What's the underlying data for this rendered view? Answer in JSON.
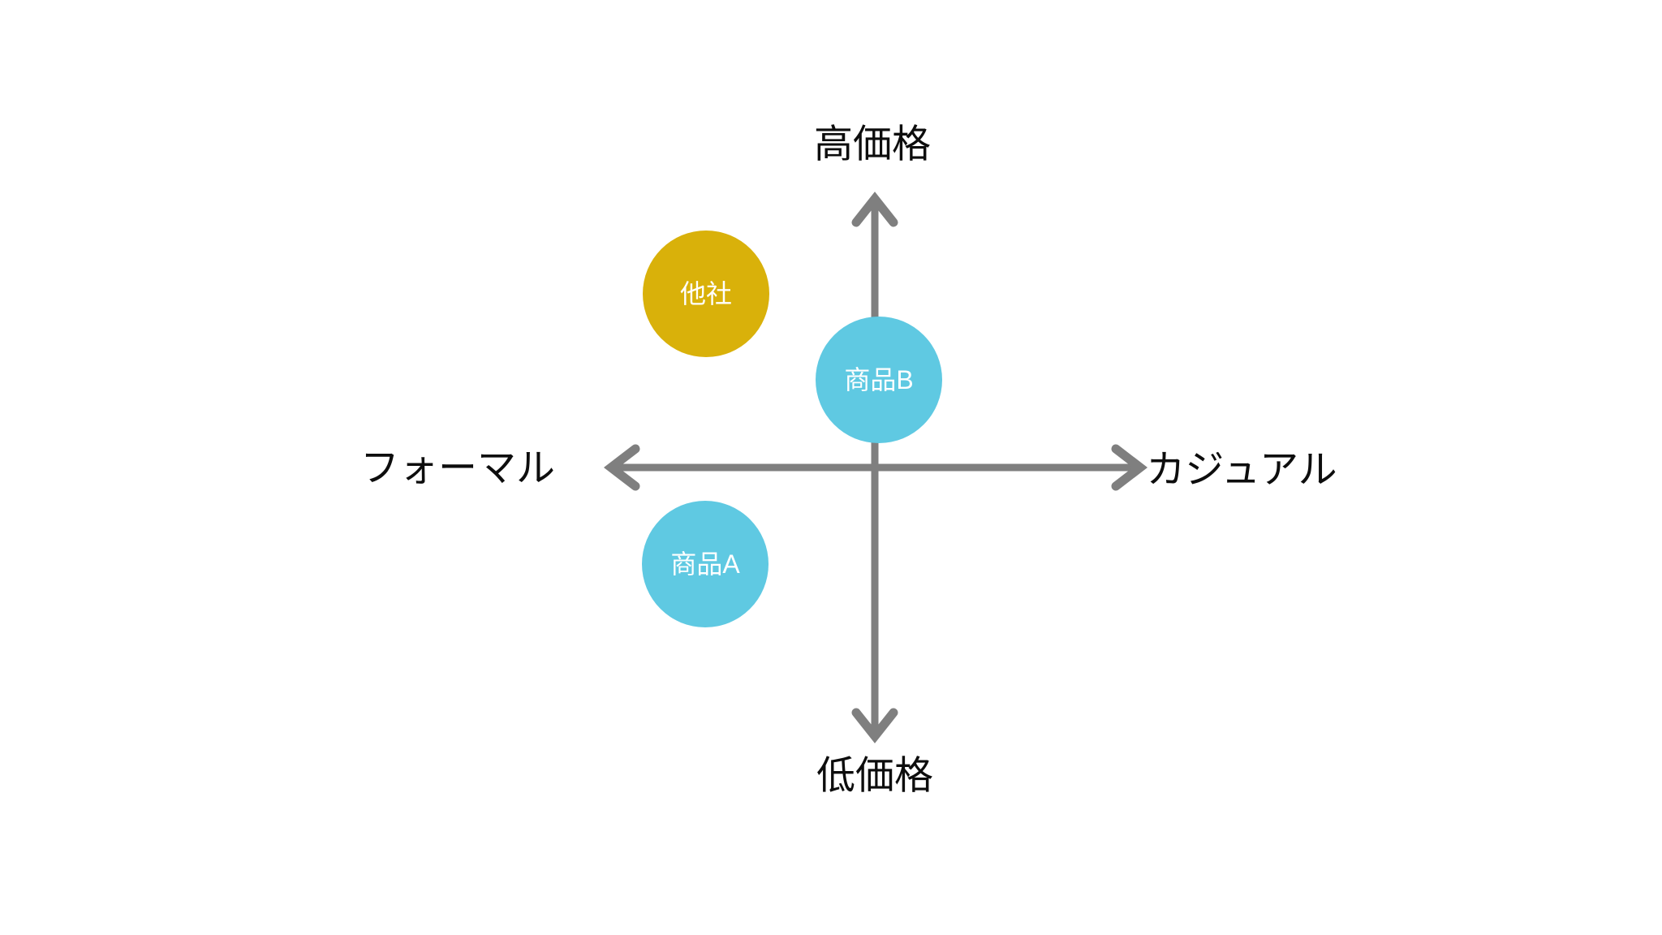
{
  "background": "#ffffff",
  "axes": {
    "color": "#7f7f7f",
    "label_color": "#0d0d0d",
    "top_label": "高価格",
    "bottom_label": "低価格",
    "left_label": "フォーマル",
    "right_label": "カジュアル"
  },
  "bubbles": [
    {
      "label": "他社",
      "color": "#d9b10a",
      "text_color": "#ffffff"
    },
    {
      "label": "商品B",
      "color": "#5fc9e2",
      "text_color": "#ffffff"
    },
    {
      "label": "商品A",
      "color": "#5fc9e2",
      "text_color": "#ffffff"
    }
  ]
}
